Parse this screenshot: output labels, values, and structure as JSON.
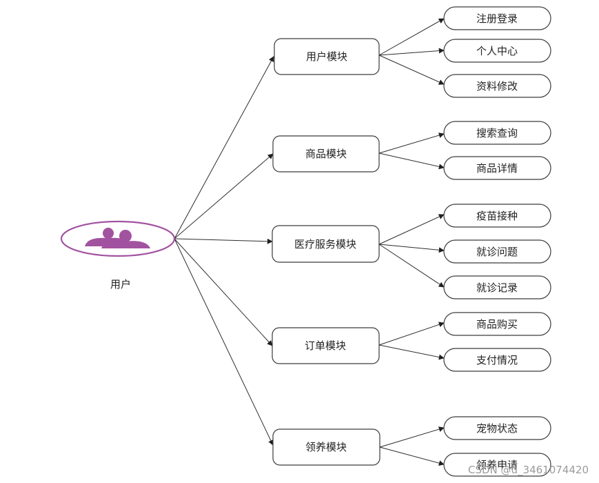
{
  "diagram": {
    "root": {
      "label": "用户"
    },
    "modules": [
      {
        "label": "用户模块",
        "children": [
          "注册登录",
          "个人中心",
          "资料修改"
        ]
      },
      {
        "label": "商品模块",
        "children": [
          "搜索查询",
          "商品详情"
        ]
      },
      {
        "label": "医疗服务模块",
        "children": [
          "疫苗接种",
          "就诊问题",
          "就诊记录"
        ]
      },
      {
        "label": "订单模块",
        "children": [
          "商品购买",
          "支付情况"
        ]
      },
      {
        "label": "领养模块",
        "children": [
          "宠物状态",
          "领养申请"
        ]
      }
    ]
  },
  "colors": {
    "actor": "#a253a0",
    "stroke": "#3a3a3a",
    "edge": "#2b2b2b"
  },
  "icons": {
    "root": "users-icon"
  },
  "watermark": "CSDN @u_3461074420"
}
